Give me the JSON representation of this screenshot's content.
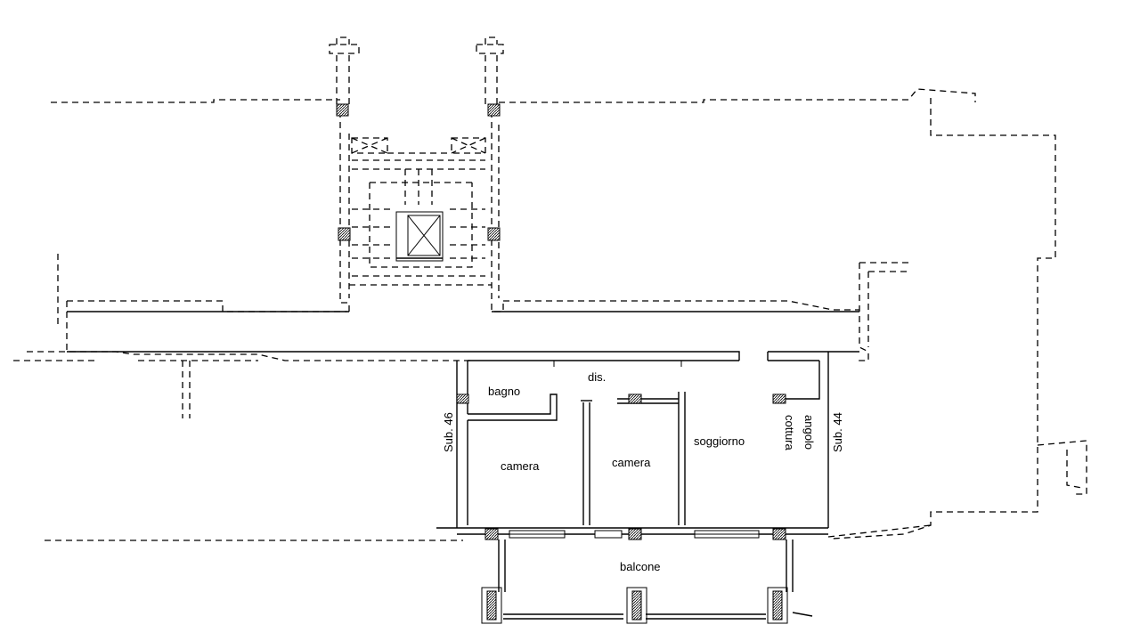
{
  "labels": {
    "dis": "dis.",
    "bagno": "bagno",
    "camera_1": "camera",
    "camera_2": "camera",
    "soggiorno": "soggiorno",
    "angolo": "angolo",
    "cottura": "cottura",
    "sub_46": "Sub. 46",
    "sub_44": "Sub. 44",
    "balcone": "balcone"
  }
}
